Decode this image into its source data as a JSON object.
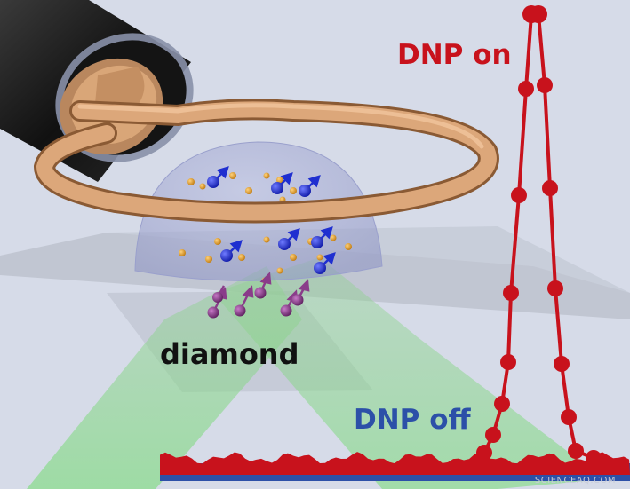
{
  "labels": {
    "dnp_on": "DNP on",
    "dnp_off": "DNP off",
    "sample": "diamond",
    "credit": "SCIENCEAQ.COM"
  },
  "colors": {
    "background": "#d6dbe8",
    "dnp_on": "#c8121c",
    "dnp_off": "#2c50a8",
    "coil": "#dca77a",
    "cable_jacket": "#1a1a1a",
    "nv_spin": "#8a3c8a",
    "nuclear_spin": "#1f2fd0",
    "electron_spin": "#e09a2a",
    "laser": "#86d98a"
  },
  "icons": [
    "coaxial-cable",
    "rf-coil-loop",
    "diamond-dome",
    "laser-beam",
    "spin-arrow"
  ]
}
